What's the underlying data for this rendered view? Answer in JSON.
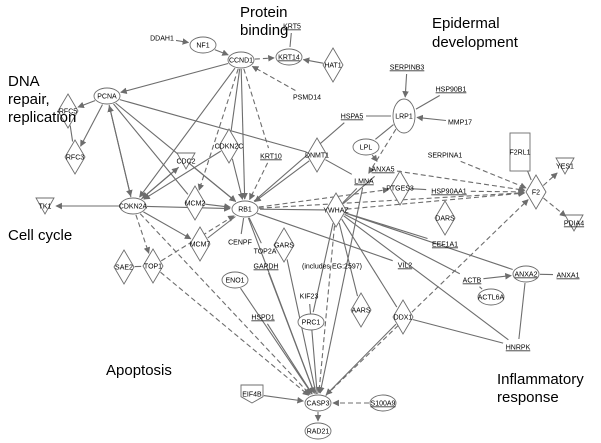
{
  "regions": [
    {
      "id": "protein",
      "lines": [
        "Protein",
        "binding"
      ]
    },
    {
      "id": "epidermal",
      "lines": [
        "Epidermal",
        "development"
      ]
    },
    {
      "id": "dna",
      "lines": [
        "DNA",
        "repair,",
        "replication"
      ]
    },
    {
      "id": "cellcycle",
      "lines": [
        "Cell cycle"
      ]
    },
    {
      "id": "apoptosis",
      "lines": [
        "Apoptosis"
      ]
    },
    {
      "id": "inflammatory",
      "lines": [
        "Inflammatory",
        "response"
      ]
    }
  ],
  "nodes": [
    {
      "id": "DDAH1",
      "label": "DDAH1",
      "shape": "none"
    },
    {
      "id": "NF1",
      "label": "NF1",
      "shape": "ellipse"
    },
    {
      "id": "CCND1",
      "label": "CCND1",
      "shape": "ellipse"
    },
    {
      "id": "KRT5",
      "label": "KRT5",
      "shape": "none",
      "underline": true
    },
    {
      "id": "KRT14",
      "label": "KRT14",
      "shape": "ellipse",
      "underline": true
    },
    {
      "id": "HAT1",
      "label": "HAT1",
      "shape": "diamond"
    },
    {
      "id": "PSMD14",
      "label": "PSMD14",
      "shape": "none"
    },
    {
      "id": "SERPINB3",
      "label": "SERPINB3",
      "shape": "none",
      "underline": true
    },
    {
      "id": "HSP90B1",
      "label": "HSP90B1",
      "shape": "none",
      "underline": true
    },
    {
      "id": "HSPA5",
      "label": "HSPA5",
      "shape": "none",
      "underline": true
    },
    {
      "id": "LRP1",
      "label": "LRP1",
      "shape": "vellipse"
    },
    {
      "id": "MMP17",
      "label": "MMP17",
      "shape": "none"
    },
    {
      "id": "PCNA",
      "label": "PCNA",
      "shape": "ellipse"
    },
    {
      "id": "RFC5",
      "label": "RFC5",
      "shape": "diamond"
    },
    {
      "id": "RFC3",
      "label": "RFC3",
      "shape": "diamond"
    },
    {
      "id": "CDKN2C",
      "label": "CDKN2C",
      "shape": "diamond"
    },
    {
      "id": "KRT10",
      "label": "KRT10",
      "shape": "none",
      "underline": true
    },
    {
      "id": "DNMT1",
      "label": "DNMT1",
      "shape": "diamond"
    },
    {
      "id": "LPL",
      "label": "LPL",
      "shape": "ellipse"
    },
    {
      "id": "SERPINA1",
      "label": "SERPINA1",
      "shape": "none"
    },
    {
      "id": "F2RL1",
      "label": "F2RL1",
      "shape": "rect"
    },
    {
      "id": "YES1",
      "label": "YES1",
      "shape": "tri"
    },
    {
      "id": "CDC2",
      "label": "CDC2",
      "shape": "tri"
    },
    {
      "id": "ANXA5",
      "label": "ANXA5",
      "shape": "none",
      "underline": true
    },
    {
      "id": "LMNA",
      "label": "LMNA",
      "shape": "none",
      "underline": true
    },
    {
      "id": "PTGES3",
      "label": "PTGES3",
      "shape": "diamond"
    },
    {
      "id": "HSP90AA1",
      "label": "HSP90AA1",
      "shape": "none",
      "underline": true
    },
    {
      "id": "F2",
      "label": "F2",
      "shape": "diamond"
    },
    {
      "id": "PDIA4",
      "label": "PDIA4",
      "shape": "tri",
      "underline": true
    },
    {
      "id": "TK1",
      "label": "TK1",
      "shape": "tri"
    },
    {
      "id": "CDKN2A",
      "label": "CDKN2A",
      "shape": "ellipse"
    },
    {
      "id": "MCM2",
      "label": "MCM2",
      "shape": "diamond"
    },
    {
      "id": "RB1",
      "label": "RB1",
      "shape": "ellipse"
    },
    {
      "id": "YWHAZ",
      "label": "YWHAZ",
      "shape": "diamond"
    },
    {
      "id": "DARS",
      "label": "DARS",
      "shape": "diamond"
    },
    {
      "id": "MCM7",
      "label": "MCM7",
      "shape": "diamond"
    },
    {
      "id": "CENPF",
      "label": "CENPF",
      "shape": "none"
    },
    {
      "id": "TOP2A",
      "label": "TOP2A",
      "shape": "none"
    },
    {
      "id": "GARS",
      "label": "GARS",
      "shape": "diamond"
    },
    {
      "id": "EEF1A1",
      "label": "EEF1A1",
      "shape": "none",
      "underline": true
    },
    {
      "id": "GAPDH",
      "label": "GAPDH",
      "shape": "none",
      "underline": true
    },
    {
      "id": "GAPDH_note",
      "label": "(includes EG:2597)",
      "shape": "none"
    },
    {
      "id": "SAE2",
      "label": "SAE2",
      "shape": "diamond"
    },
    {
      "id": "TOP1",
      "label": "TOP1",
      "shape": "diamond"
    },
    {
      "id": "ENO1",
      "label": "ENO1",
      "shape": "ellipse"
    },
    {
      "id": "VIL2",
      "label": "VIL2",
      "shape": "none",
      "underline": true
    },
    {
      "id": "ACTB",
      "label": "ACTB",
      "shape": "none",
      "underline": true
    },
    {
      "id": "ANXA2",
      "label": "ANXA2",
      "shape": "ellipse",
      "underline": true
    },
    {
      "id": "ANXA1",
      "label": "ANXA1",
      "shape": "none",
      "underline": true
    },
    {
      "id": "KIF23",
      "label": "KIF23",
      "shape": "none"
    },
    {
      "id": "ACTL6A",
      "label": "ACTL6A",
      "shape": "ellipse"
    },
    {
      "id": "HSPD1",
      "label": "HSPD1",
      "shape": "none",
      "underline": true
    },
    {
      "id": "AARS",
      "label": "AARS",
      "shape": "diamond"
    },
    {
      "id": "DDX1",
      "label": "DDX1",
      "shape": "diamond"
    },
    {
      "id": "PRC1",
      "label": "PRC1",
      "shape": "ellipse"
    },
    {
      "id": "HNRPK",
      "label": "HNRPK",
      "shape": "none",
      "underline": true
    },
    {
      "id": "EIF4B",
      "label": "EIF4B",
      "shape": "pent"
    },
    {
      "id": "CASP3",
      "label": "CASP3",
      "shape": "ellipse"
    },
    {
      "id": "S100A9",
      "label": "S100A9",
      "shape": "ellipse",
      "underline": true
    },
    {
      "id": "RAD21",
      "label": "RAD21",
      "shape": "ellipse"
    }
  ],
  "edges": [
    [
      "DDAH1",
      "NF1",
      0,
      1
    ],
    [
      "NF1",
      "CCND1",
      0,
      1
    ],
    [
      "KRT5",
      "KRT14",
      0,
      0
    ],
    [
      "CCND1",
      "KRT14",
      1,
      1
    ],
    [
      "HAT1",
      "KRT14",
      0,
      1
    ],
    [
      "PSMD14",
      "CCND1",
      1,
      1
    ],
    [
      "CCND1",
      "PCNA",
      0,
      1
    ],
    [
      "CCND1",
      "RB1",
      0,
      1
    ],
    [
      "CCND1",
      "CDKN2A",
      0,
      1
    ],
    [
      "CCND1",
      "MCM2",
      1,
      1
    ],
    [
      "CCND1",
      "CDKN2C",
      0,
      0
    ],
    [
      "CCND1",
      "KRT10",
      1,
      0
    ],
    [
      "SERPINB3",
      "LRP1",
      0,
      1
    ],
    [
      "HSP90B1",
      "LRP1",
      0,
      0
    ],
    [
      "MMP17",
      "LRP1",
      0,
      1
    ],
    [
      "HSPA5",
      "LRP1",
      0,
      0
    ],
    [
      "LRP1",
      "LPL",
      0,
      0
    ],
    [
      "LPL",
      "ANXA5",
      0,
      1
    ],
    [
      "LRP1",
      "LMNA",
      1,
      1
    ],
    [
      "F2RL1",
      "F2",
      0,
      0
    ],
    [
      "F2",
      "YES1",
      1,
      1
    ],
    [
      "F2",
      "PDIA4",
      1,
      1
    ],
    [
      "SERPINA1",
      "F2",
      1,
      1
    ],
    [
      "ANXA5",
      "F2",
      1,
      1
    ],
    [
      "HSP90AA1",
      "F2",
      1,
      1
    ],
    [
      "YWHAZ",
      "F2",
      1,
      1
    ],
    [
      "RB1",
      "F2",
      1,
      1
    ],
    [
      "CASP3",
      "F2",
      1,
      1
    ],
    [
      "PCNA",
      "RFC5",
      0,
      1
    ],
    [
      "PCNA",
      "RFC3",
      0,
      1
    ],
    [
      "RFC5",
      "RFC3",
      0,
      0
    ],
    [
      "PCNA",
      "CDKN2A",
      0,
      1
    ],
    [
      "CDKN2A",
      "PCNA",
      0,
      1
    ],
    [
      "PCNA",
      "RB1",
      0,
      1
    ],
    [
      "PCNA",
      "MCM2",
      0,
      0
    ],
    [
      "PCNA",
      "DNMT1",
      0,
      0
    ],
    [
      "CDKN2A",
      "TK1",
      0,
      1
    ],
    [
      "CDKN2A",
      "CDC2",
      0,
      1
    ],
    [
      "CDC2",
      "CDKN2A",
      0,
      1
    ],
    [
      "CDKN2A",
      "RB1",
      0,
      1
    ],
    [
      "CDKN2A",
      "MCM7",
      0,
      1
    ],
    [
      "CDKN2A",
      "TOP1",
      1,
      1
    ],
    [
      "SAE2",
      "TOP1",
      0,
      0
    ],
    [
      "CDKN2A",
      "CASP3",
      1,
      1
    ],
    [
      "CDKN2C",
      "RB1",
      0,
      1
    ],
    [
      "CDC2",
      "RB1",
      0,
      1
    ],
    [
      "KRT10",
      "RB1",
      1,
      1
    ],
    [
      "DNMT1",
      "RB1",
      0,
      1
    ],
    [
      "MCM2",
      "RB1",
      0,
      1
    ],
    [
      "MCM7",
      "RB1",
      0,
      0
    ],
    [
      "RB1",
      "CENPF",
      0,
      0
    ],
    [
      "RB1",
      "TOP2A",
      0,
      0
    ],
    [
      "RB1",
      "CASP3",
      0,
      1
    ],
    [
      "RB1",
      "VIL2",
      0,
      0
    ],
    [
      "YWHAZ",
      "RB1",
      0,
      0
    ],
    [
      "RB1",
      "PTGES3",
      1,
      1
    ],
    [
      "TOP1",
      "CASP3",
      1,
      1
    ],
    [
      "ENO1",
      "CASP3",
      0,
      1
    ],
    [
      "HSPD1",
      "CASP3",
      0,
      1
    ],
    [
      "GAPDH",
      "CASP3",
      0,
      1
    ],
    [
      "YWHAZ",
      "CASP3",
      1,
      1
    ],
    [
      "LMNA",
      "CASP3",
      0,
      1
    ],
    [
      "DDX1",
      "CASP3",
      0,
      1
    ],
    [
      "S100A9",
      "CASP3",
      1,
      1
    ],
    [
      "EIF4B",
      "CASP3",
      0,
      1
    ],
    [
      "CASP3",
      "RAD21",
      0,
      1
    ],
    [
      "CASP3",
      "GARS",
      0,
      0
    ],
    [
      "CASP3",
      "KIF23",
      0,
      0
    ],
    [
      "YWHAZ",
      "LMNA",
      0,
      0
    ],
    [
      "YWHAZ",
      "ANXA5",
      0,
      0
    ],
    [
      "YWHAZ",
      "AARS",
      0,
      0
    ],
    [
      "YWHAZ",
      "PRC1",
      0,
      0
    ],
    [
      "YWHAZ",
      "DDX1",
      0,
      0
    ],
    [
      "YWHAZ",
      "ANXA2",
      0,
      0
    ],
    [
      "YWHAZ",
      "ACTB",
      0,
      0
    ],
    [
      "YWHAZ",
      "HNRPK",
      0,
      0
    ],
    [
      "YWHAZ",
      "EEF1A1",
      0,
      0
    ],
    [
      "DARS",
      "EEF1A1",
      0,
      0
    ],
    [
      "PTGES3",
      "HSP90AA1",
      0,
      0
    ],
    [
      "ACTB",
      "ACTL6A",
      0,
      0
    ],
    [
      "ANXA2",
      "ANXA1",
      0,
      0
    ],
    [
      "ANXA2",
      "HNRPK",
      0,
      0
    ],
    [
      "DDX1",
      "HNRPK",
      0,
      0
    ],
    [
      "ACTB",
      "ANXA2",
      0,
      1
    ],
    [
      "TOP1",
      "RB1",
      1,
      1
    ],
    [
      "HSPA5",
      "RB1",
      0,
      0
    ],
    [
      "DNMT1",
      "LMNA",
      0,
      0
    ],
    [
      "CDKN2C",
      "CDKN2A",
      0,
      1
    ]
  ],
  "colors": {
    "line": "#6d6d6d",
    "shape_fill": "#ffffff",
    "text": "#000000"
  }
}
